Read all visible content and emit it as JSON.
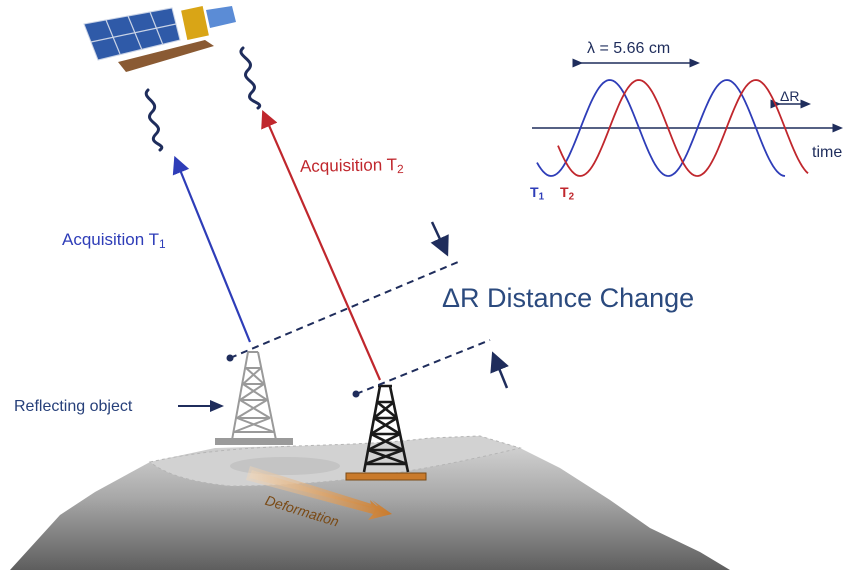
{
  "labels": {
    "acquisition_t1": "Acquisition T",
    "acquisition_t1_sub": "1",
    "acquisition_t2": "Acquisition T",
    "acquisition_t2_sub": "2",
    "reflecting_object": "Reflecting object",
    "distance_change": "ΔR Distance Change",
    "deformation": "Deformation"
  },
  "wave_panel": {
    "wavelength": "λ  = 5.66 cm",
    "delta_r": "ΔR",
    "time_axis": "time",
    "t1": "T",
    "t1_sub": "1",
    "t2": "T",
    "t2_sub": "2"
  },
  "colors": {
    "t1": "#2e3db8",
    "t2": "#c0272d",
    "dark_blue": "#1f2d5c",
    "deformation": "#c97a2b"
  }
}
